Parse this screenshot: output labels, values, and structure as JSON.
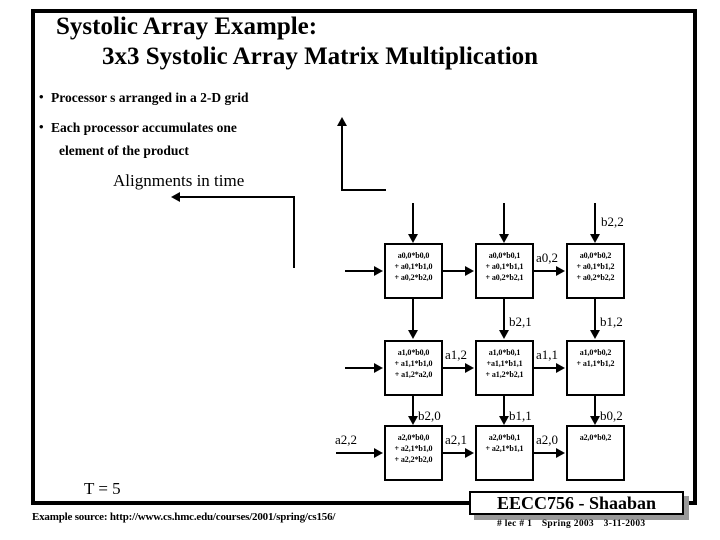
{
  "slide": {
    "title_line1": "Systolic Array  Example:",
    "title_line2": "3x3 Systolic Array Matrix Multiplication",
    "bullets": [
      {
        "marker": "•",
        "line1": "Processor s arranged in a 2-D grid",
        "line2": ""
      },
      {
        "marker": "•",
        "line1": "Each processor accumulates one",
        "line2": "element of the product"
      }
    ],
    "alignment_label": "Alignments in time",
    "time_label": "T = 5",
    "source_text": "Example source:  http://www.cs.hmc.edu/courses/2001/spring/cs156/"
  },
  "footer": {
    "badge_text": "EECC756 - Shaaban",
    "lecture": "#  lec # 1",
    "term": "Spring 2003",
    "date": "3-11-2003"
  },
  "grid": {
    "cells": [
      {
        "id": "pe-0-0",
        "lines": [
          "a0,0*b0,0",
          "+ a0,1*b1,0",
          "+ a0,2*b2,0"
        ]
      },
      {
        "id": "pe-0-1",
        "lines": [
          "a0,0*b0,1",
          "+ a0,1*b1,1",
          "+ a0,2*b2,1"
        ]
      },
      {
        "id": "pe-0-2",
        "lines": [
          "a0,0*b0,2",
          "+ a0,1*b1,2",
          "+ a0,2*b2,2"
        ]
      },
      {
        "id": "pe-1-0",
        "lines": [
          "a1,0*b0,0",
          "+ a1,1*b1,0",
          "+ a1,2*a2,0"
        ]
      },
      {
        "id": "pe-1-1",
        "lines": [
          "a1,0*b0,1",
          "+a1,1*b1,1",
          "+ a1,2*b2,1"
        ]
      },
      {
        "id": "pe-1-2",
        "lines": [
          "a1,0*b0,2",
          "+ a1,1*b1,2",
          ""
        ]
      },
      {
        "id": "pe-2-0",
        "lines": [
          "a2,0*b0,0",
          "+ a2,1*b1,0",
          "+ a2,2*b2,0"
        ]
      },
      {
        "id": "pe-2-1",
        "lines": [
          "a2,0*b0,1",
          "+ a2,1*b1,1",
          ""
        ]
      },
      {
        "id": "pe-2-2",
        "lines": [
          "a2,0*b0,2",
          "",
          ""
        ]
      }
    ],
    "signals": {
      "b_top_col2": "b2,2",
      "a_row0_c1c2": "a0,2",
      "b_row1_col1": "b2,1",
      "b_row1_col2": "b1,2",
      "a_row1_c0c1": "a1,2",
      "a_row1_c1c2": "a1,1",
      "b_row2_col0": "b2,0",
      "b_row2_col1": "b1,1",
      "b_row2_col2": "b0,2",
      "a_row2_in": "a2,2",
      "a_row2_c0c1": "a2,1",
      "a_row2_c1c2": "a2,0"
    }
  },
  "colors": {
    "ink": "#000000",
    "paper": "#ffffff",
    "shadow": "#999999"
  }
}
